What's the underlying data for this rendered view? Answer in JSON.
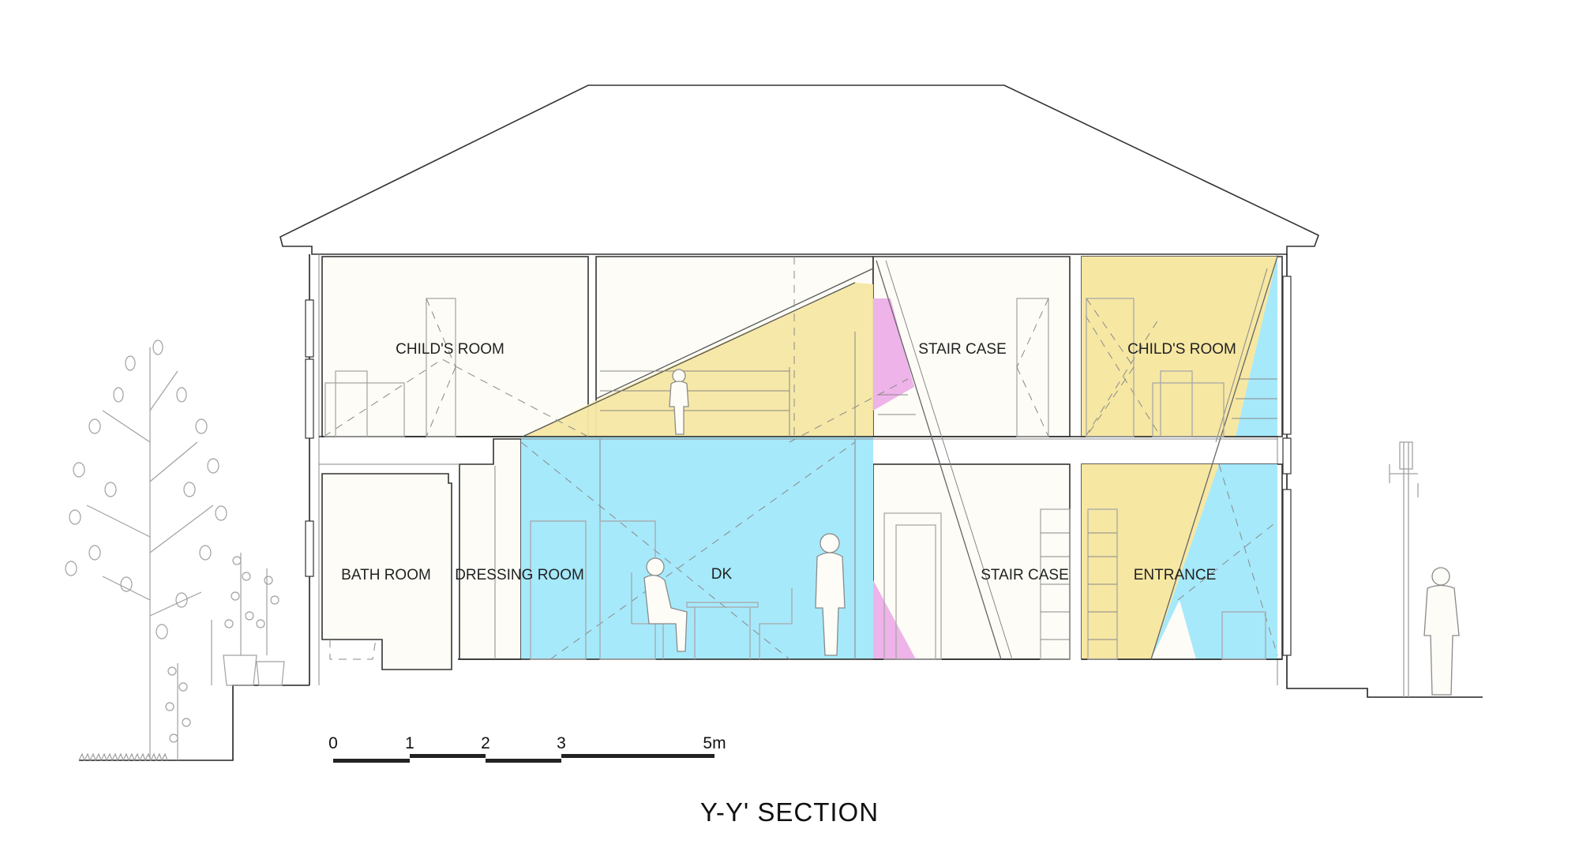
{
  "title": "Y-Y' SECTION",
  "rooms": {
    "childs_room_left": "CHILD'S ROOM",
    "stair_case_upper": "STAIR CASE",
    "childs_room_right": "CHILD'S ROOM",
    "bath_room": "BATH ROOM",
    "dressing_room": "DRESSING ROOM",
    "dk": "DK",
    "stair_case_lower": "STAIR CASE",
    "entrance": "ENTRANCE"
  },
  "scale": {
    "ticks": [
      "0",
      "1",
      "2",
      "3",
      "5m"
    ]
  },
  "colors": {
    "yellow": "#f6e7a3",
    "blue": "#a6e9fb",
    "pink": "#eeb3e8",
    "wall_fill": "#fdfcf6",
    "line": "#333333"
  }
}
